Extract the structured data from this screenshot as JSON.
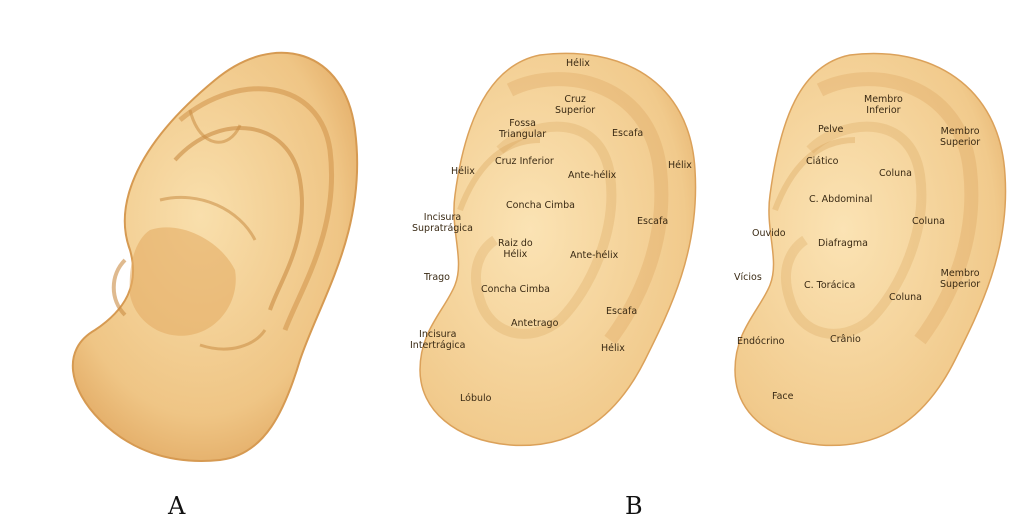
{
  "panels": {
    "a": {
      "caption": "A"
    },
    "b": {
      "caption": "B"
    }
  },
  "ear_anatomy": {
    "labels": [
      "Hélix",
      "Cruz\nSuperior",
      "Fossa\nTriangular",
      "Escafa",
      "Cruz Inferior",
      "Hélix",
      "Hélix",
      "Ante-hélix",
      "Concha Cimba",
      "Incisura\nSupratrágica",
      "Escafa",
      "Raiz do\nHélix",
      "Ante-hélix",
      "Trago",
      "Concha Cimba",
      "Incisura\nIntertrágica",
      "Antetrago",
      "Escafa",
      "Hélix",
      "Lóbulo"
    ]
  },
  "ear_map": {
    "labels": [
      "Membro\nInferior",
      "Pelve",
      "Membro\nSuperior",
      "Ciático",
      "Coluna",
      "C. Abdominal",
      "Ouvido",
      "Coluna",
      "Diafragma",
      "Vícios",
      "Membro\nSuperior",
      "C. Torácica",
      "Coluna",
      "Endócrino",
      "Crânio",
      "Face"
    ]
  },
  "colors": {
    "skin_light": "#f7d9a0",
    "skin_mid": "#eec27a",
    "skin_dark": "#d59a4e",
    "ridge": "#c98c44",
    "text": "#3a2a14"
  }
}
